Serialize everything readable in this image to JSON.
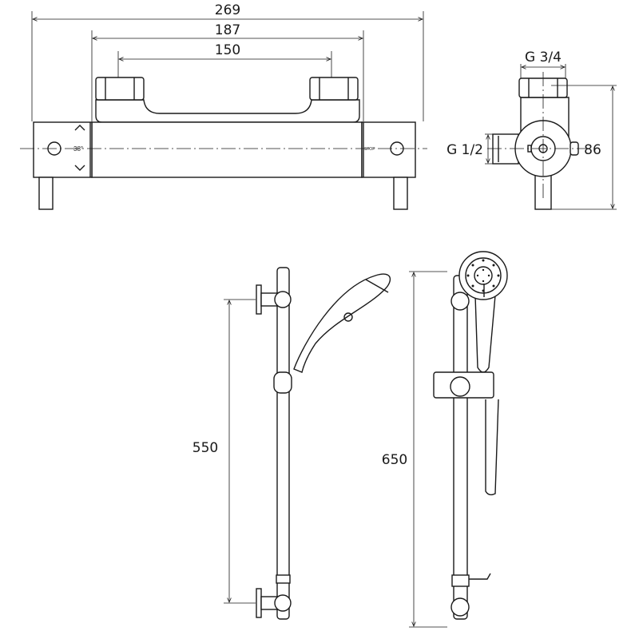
{
  "mixer_front_view": {
    "dimensions": {
      "overall_width": "269",
      "inlet_centers_outer": "187",
      "inlet_centers_inner": "150"
    },
    "dial_label_temperature": "38°",
    "dial_label_stop": "STOP"
  },
  "mixer_side_view": {
    "thread_top": "G 3/4",
    "thread_outlet": "G 1/2",
    "height": "86"
  },
  "rail_side_view": {
    "bracket_spacing": "550"
  },
  "rail_front_view": {
    "overall_height": "650"
  },
  "colors": {
    "line": "#1a1a1a",
    "background": "#ffffff"
  }
}
